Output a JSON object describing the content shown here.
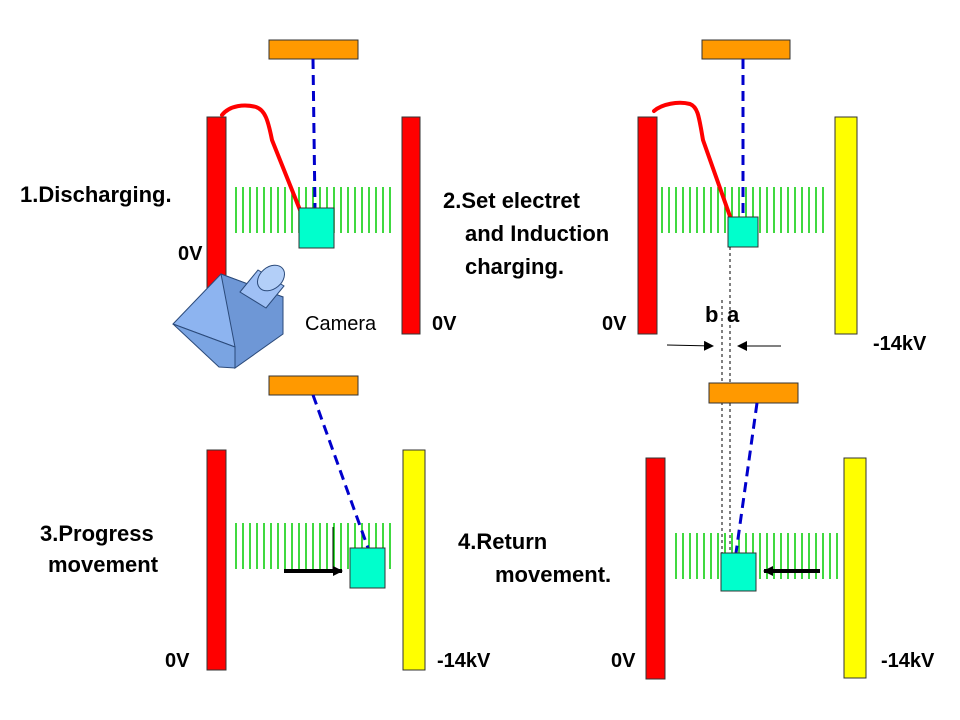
{
  "panels": {
    "p1": {
      "step_title": "1.Discharging.",
      "left_voltage": "0V",
      "right_voltage": "0V",
      "camera_label": "Camera"
    },
    "p2": {
      "step_title_line1": "2.Set electret",
      "step_title_line2": "and Induction",
      "step_title_line3": "charging.",
      "left_voltage": "0V",
      "right_voltage": "-14kV",
      "marker_b": "b",
      "marker_a": "a"
    },
    "p3": {
      "step_title_line1": "3.Progress",
      "step_title_line2": "movement",
      "left_voltage": "0V",
      "right_voltage": "-14kV"
    },
    "p4": {
      "step_title_line1": "4.Return",
      "step_title_line2": "movement.",
      "left_voltage": "0V",
      "right_voltage": "-14kV"
    }
  },
  "colors": {
    "grounded_electrode": "#ff0000",
    "high_voltage_electrode": "#ffff00",
    "suspension_bar": "#ff9900",
    "electret_block": "#00ffcc",
    "field_lines": "#00cc00",
    "suspension_thread": "#0000cc",
    "discharge_wire": "#ff0000",
    "camera_body": "#8db4f0"
  }
}
